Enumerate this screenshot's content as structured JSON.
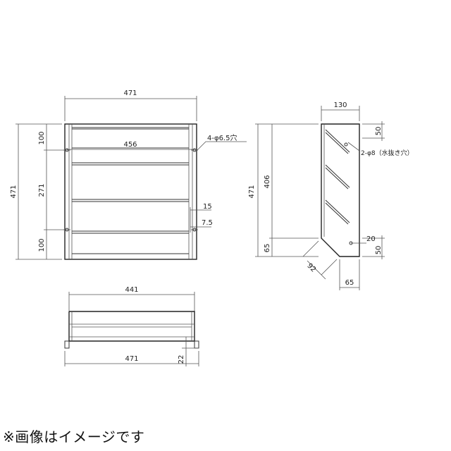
{
  "front_view": {
    "width_total": "471",
    "width_inner": "456",
    "height_total": "471",
    "height_top": "100",
    "height_mid": "271",
    "height_bottom": "100",
    "hole_note": "4-φ6.5穴",
    "dim_15": "15",
    "dim_7_5": "7.5"
  },
  "side_view": {
    "depth_top": "130",
    "top_offset": "50",
    "drain_hole_note": "2-φ8（水抜き穴）",
    "height_total": "471",
    "height_406": "406",
    "height_65": "65",
    "dim_20": "20",
    "dim_50": "50",
    "dim_92": "92",
    "dim_65": "65"
  },
  "bottom_view": {
    "width_inner": "441",
    "width_total": "471",
    "dim_22": "22"
  },
  "caption": "※画像はイメージです"
}
